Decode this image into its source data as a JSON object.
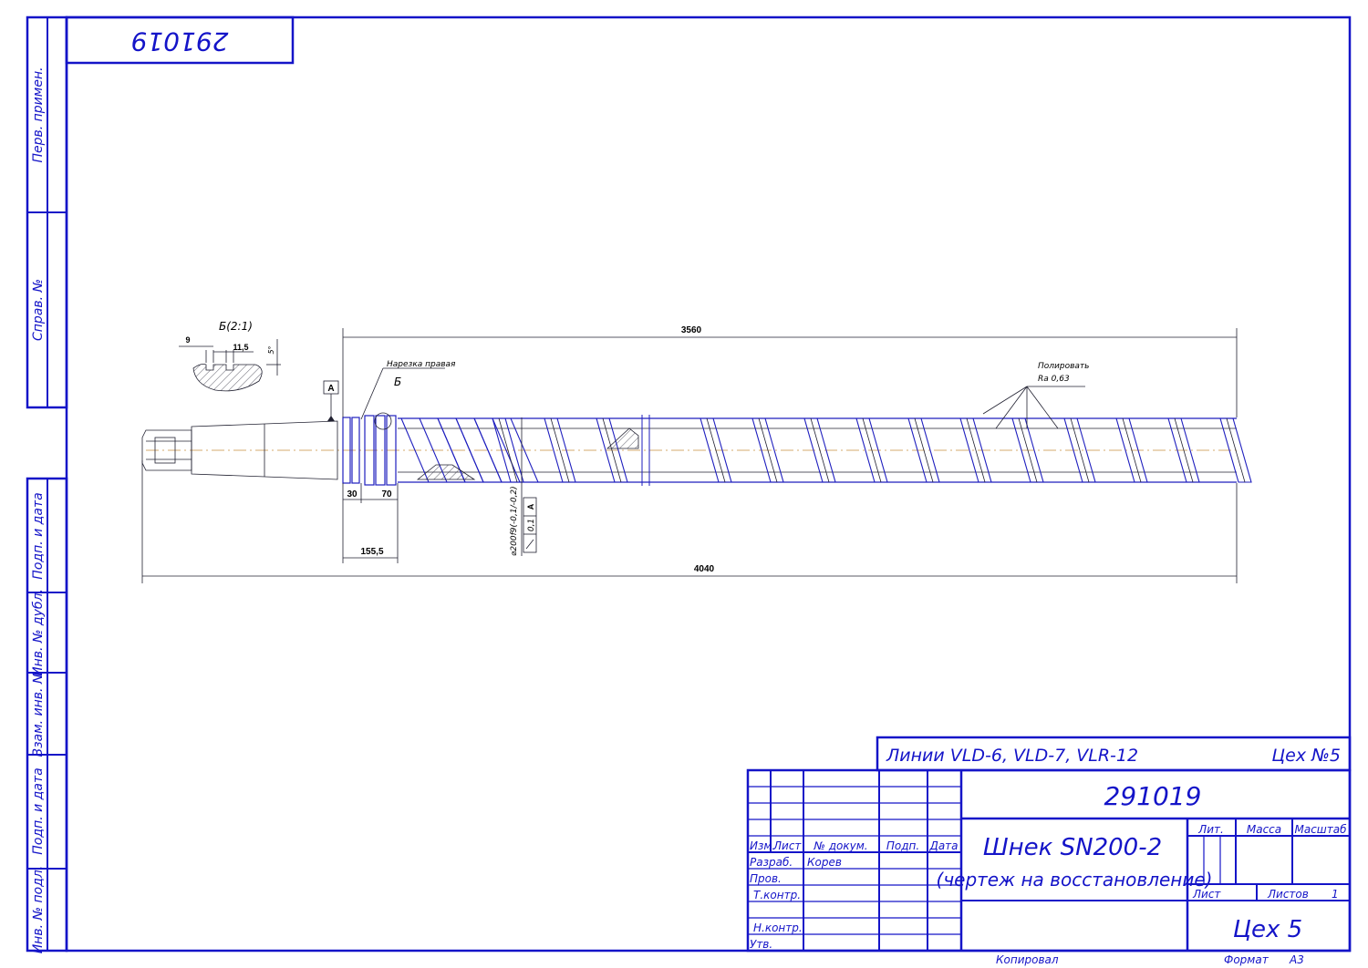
{
  "stamp_number": "291019",
  "side_labels": [
    "Перв. примен.",
    "Справ. №",
    "Подп. и дата",
    "Инв. № дубл.",
    "Взам. инв. №",
    "Подп. и дата",
    "Инв. № подл."
  ],
  "title_block": {
    "line_note": "Линии VLD-6, VLD-7, VLR-12",
    "workshop_note": "Цех №5",
    "designation": "291019",
    "name_line1": "Шнек SN200-2",
    "name_line2": "(чертеж на восстановление)",
    "col_headers": [
      "Изм.",
      "Лист",
      "№ докум.",
      "Подп.",
      "Дата"
    ],
    "rows": [
      "Разраб.",
      "Пров.",
      "Т.контр.",
      "Н.контр.",
      "Утв."
    ],
    "developer": "Корев",
    "lit_label": "Лит.",
    "mass_label": "Масса",
    "scale_label": "Масштаб",
    "sheet_label": "Лист",
    "sheets_label": "Листов",
    "sheets_value": "1",
    "org": "Цех 5",
    "copied": "Копировал",
    "format_label": "Формат",
    "format_value": "А3"
  },
  "dims": {
    "total_length": "3560",
    "overall_length": "4040",
    "d30": "30",
    "d70": "70",
    "d155": "155,5",
    "detail_title": "Б(2:1)",
    "detail_9": "9",
    "detail_115": "11,5",
    "detail_5": "5°",
    "datum": "А",
    "thread_note": "Нарезка правая",
    "thread_mark": "Б",
    "polish_note": "Полировать",
    "ra_note": "Ra 0,63",
    "diameter": "⌀200f9(-0,1/-0,2)",
    "runout": "0,1",
    "runout_datum": "А"
  }
}
